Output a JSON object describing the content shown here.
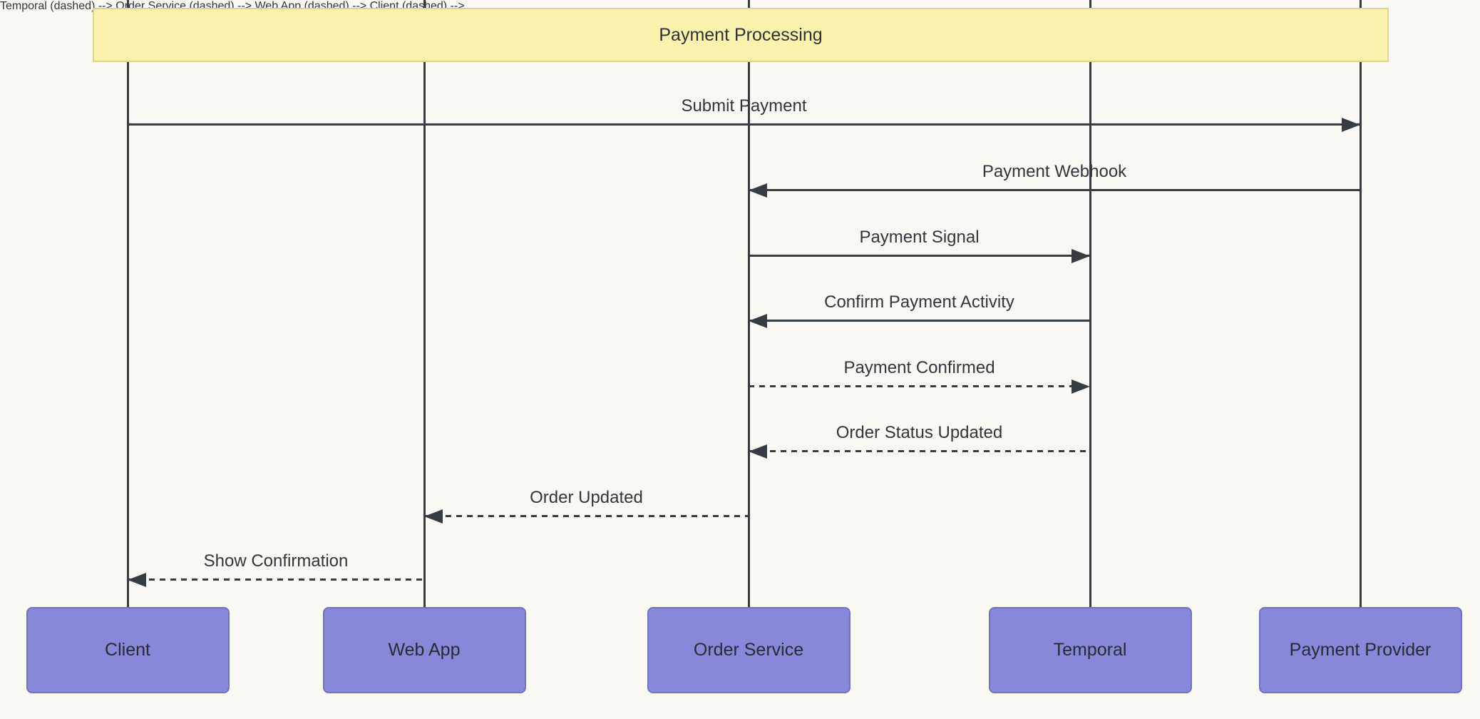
{
  "diagram": {
    "type": "sequence",
    "note": {
      "text": "Payment Processing",
      "position": "over all participants"
    },
    "participants": [
      {
        "name": "Client"
      },
      {
        "name": "Web App"
      },
      {
        "name": "Order Service"
      },
      {
        "name": "Temporal"
      },
      {
        "name": "Payment Provider"
      }
    ],
    "messages": [
      {
        "label": "Submit Payment",
        "from": "Client",
        "to": "Payment Provider",
        "line": "solid",
        "direction": "right"
      },
      {
        "label": "Payment Webhook",
        "from": "Payment Provider",
        "to": "Order Service",
        "line": "solid",
        "direction": "left"
      },
      {
        "label": "Payment Signal",
        "from": "Order Service",
        "to": "Temporal",
        "line": "solid",
        "direction": "right"
      },
      {
        "label": "Confirm Payment Activity",
        "from": "Temporal",
        "to": "Order Service",
        "line": "solid",
        "direction": "left"
      },
      {
        "label": "Payment Confirmed",
        "from": "Order Service",
        "to": "Temporal",
        "line": "dashed",
        "direction": "right"
      },
      {
        "label": "Order Status Updated",
        "from": "Temporal",
        "to": "Order Service",
        "line": "dashed",
        "direction": "left"
      },
      {
        "label": "Order Updated",
        "from": "Order Service",
        "to": "Web App",
        "line": "dashed",
        "direction": "left"
      },
      {
        "label": "Show Confirmation",
        "from": "Web App",
        "to": "Client",
        "line": "dashed",
        "direction": "left"
      }
    ],
    "colors": {
      "background": "#F9F8F3",
      "line": "#363C44",
      "text": "#31363C",
      "actor_fill": "#8788D9",
      "actor_border": "#7173BE",
      "note_fill": "#FBF3AD",
      "note_border": "#E2D285"
    }
  }
}
